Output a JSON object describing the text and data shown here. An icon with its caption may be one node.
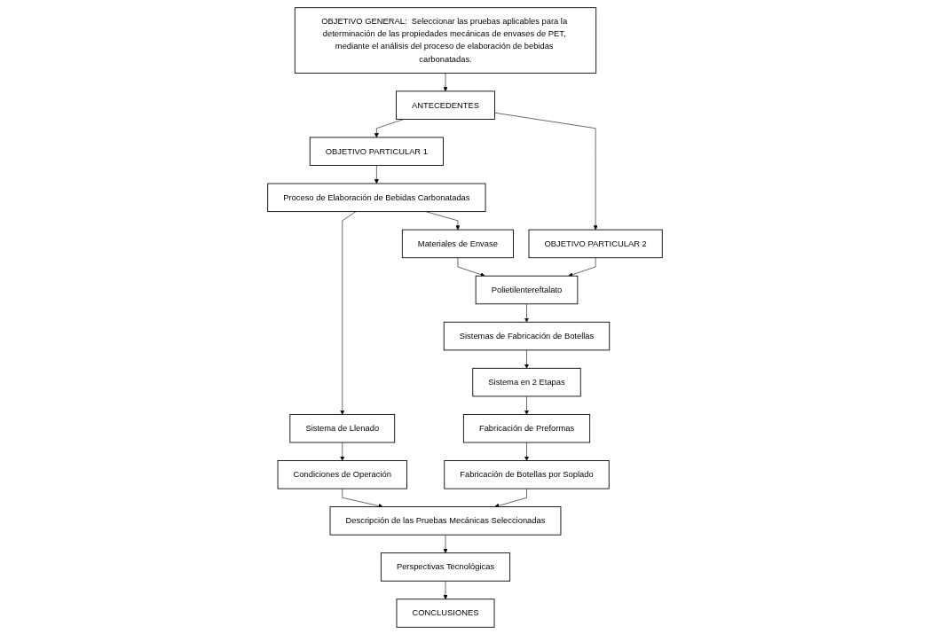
{
  "diagram": {
    "nodes": [
      {
        "text": [
          "OBJETIVO GENERAL:  Seleccionar las pruebas aplicables para la determinación de las propiedades mecánicas de envases de PET, mediante el análisis del proceso de elaboración de bebidas carbonatadas."
        ]
      },
      {
        "text": [
          "ANTECEDENTES"
        ]
      },
      {
        "text": [
          "OBJETIVO PARTICULAR 1"
        ]
      },
      {
        "text": [
          "OBJETIVO PARTICULAR 2"
        ]
      },
      {
        "text": [
          "Proceso de Elaboración de Bebidas Carbonatadas"
        ]
      },
      {
        "text": [
          "Polietilentereftalato"
        ]
      },
      {
        "text": [
          "Sistema de Llenado"
        ]
      },
      {
        "text": [
          "Materiales de Envase"
        ]
      },
      {
        "text": [
          "Sistemas de Fabricación de Botellas"
        ]
      },
      {
        "text": [
          "Condiciones de Operación"
        ]
      },
      {
        "text": [
          "Sistema en 2 Etapas"
        ]
      },
      {
        "text": [
          "Descripción de las Pruebas Mecánicas Seleccionadas"
        ]
      },
      {
        "text": [
          "Fabricación de Preformas"
        ]
      },
      {
        "text": [
          "Perspectivas Tecnológicas"
        ]
      },
      {
        "text": [
          "Fabricación de Botellas por Soplado"
        ]
      },
      {
        "text": [
          "CONCLUSIONES"
        ]
      }
    ],
    "edges": [
      {
        "from": 0,
        "to": 1,
        "arrow": "to"
      },
      {
        "from": 1,
        "to": 2,
        "arrow": "to"
      },
      {
        "from": 1,
        "to": 3,
        "arrow": "to"
      },
      {
        "from": 2,
        "to": 4,
        "arrow": "to"
      },
      {
        "from": 3,
        "to": 5,
        "arrow": "to"
      },
      {
        "from": 4,
        "to": 6,
        "arrow": "to"
      },
      {
        "from": 4,
        "to": 7,
        "arrow": "to"
      },
      {
        "from": 7,
        "to": 5,
        "arrow": "to"
      },
      {
        "from": 5,
        "to": 8,
        "arrow": "to"
      },
      {
        "from": 6,
        "to": 9,
        "arrow": "to"
      },
      {
        "from": 8,
        "to": 10,
        "arrow": "to"
      },
      {
        "from": 9,
        "to": 11,
        "arrow": "to"
      },
      {
        "from": 10,
        "to": 12,
        "arrow": "to"
      },
      {
        "from": 12,
        "to": 14,
        "arrow": "to"
      },
      {
        "from": 14,
        "to": 11,
        "arrow": "to"
      },
      {
        "from": 11,
        "to": 13,
        "arrow": "to"
      },
      {
        "from": 13,
        "to": 15,
        "arrow": "to"
      }
    ]
  }
}
